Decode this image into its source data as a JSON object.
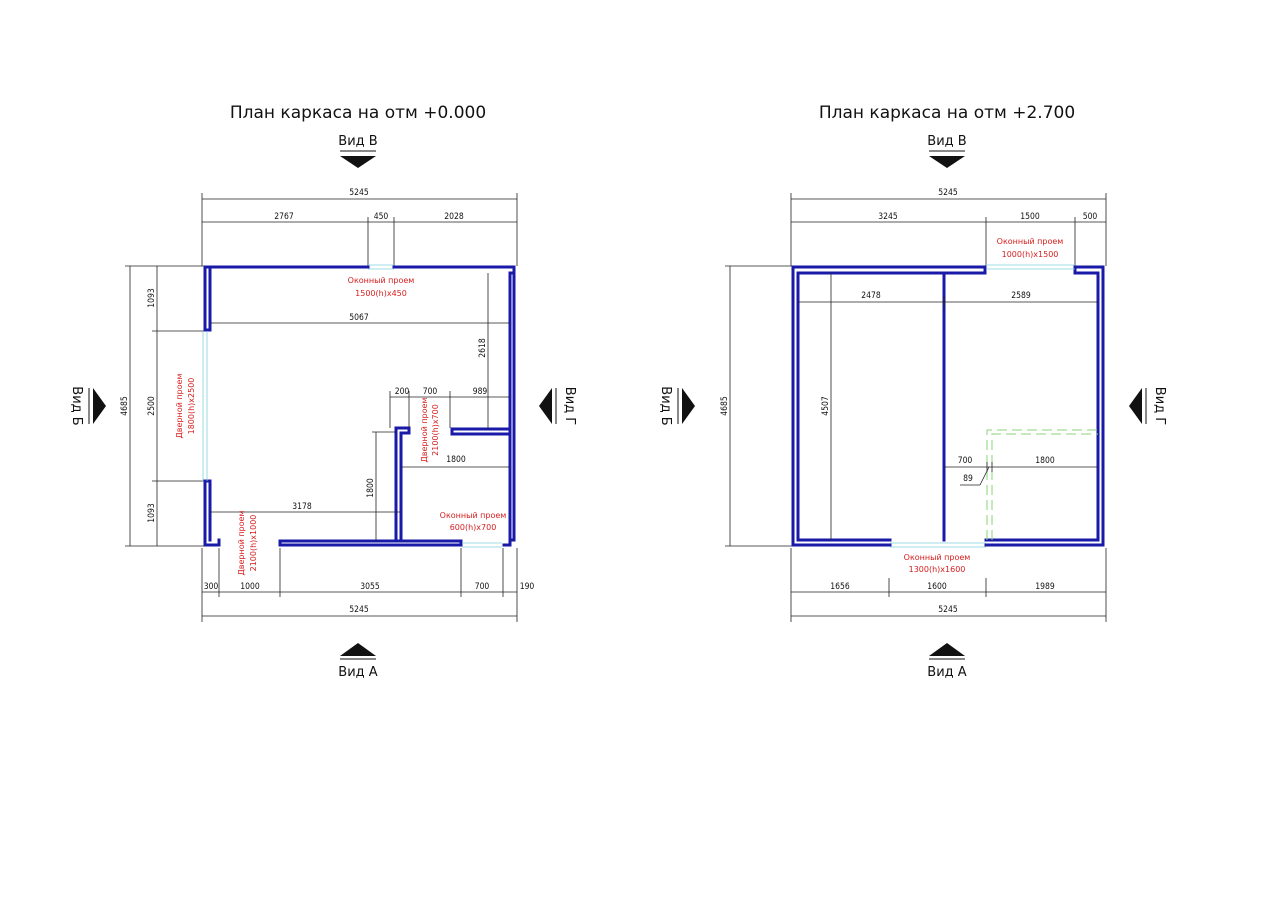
{
  "left_plan": {
    "title": "План каркаса на отм +0.000",
    "views": {
      "top": "Вид В",
      "bottom": "Вид А",
      "left": "Вид Б",
      "right": "Вид Г"
    },
    "dims": {
      "top_overall": "5245",
      "top_a": "2767",
      "top_b": "450",
      "top_c": "2028",
      "left_overall": "4685",
      "left_a": "1093",
      "left_b": "2500",
      "left_c": "1093",
      "inner_5067": "5067",
      "inner_2618": "2618",
      "inner_200": "200",
      "inner_700": "700",
      "inner_989": "989",
      "inner_1800h": "1800",
      "inner_1800v": "1800",
      "inner_3178": "3178",
      "bot_a": "300",
      "bot_b": "1000",
      "bot_c": "3055",
      "bot_d": "700",
      "bot_e": "190",
      "bot_overall": "5245"
    },
    "openings": {
      "window_top_1": "Оконный проем",
      "window_top_2": "1500(h)x450",
      "door_left_1": "Дверной проем",
      "door_left_2": "1800(h)x2500",
      "door_inner_1": "Дверной проем",
      "door_inner_2": "2100(h)x700",
      "window_br_1": "Оконный проем",
      "window_br_2": "600(h)x700",
      "door_bottom_1": "Дверной проем",
      "door_bottom_2": "2100(h)x1000"
    }
  },
  "right_plan": {
    "title": "План каркаса на отм +2.700",
    "views": {
      "top": "Вид В",
      "bottom": "Вид А",
      "left": "Вид Б",
      "right": "Вид Г"
    },
    "dims": {
      "top_overall": "5245",
      "top_a": "3245",
      "top_b": "1500",
      "top_c": "500",
      "left_overall": "4685",
      "inner_4507": "4507",
      "inner_2478": "2478",
      "inner_2589": "2589",
      "inner_700": "700",
      "inner_1800": "1800",
      "inner_89": "89",
      "bot_a": "1656",
      "bot_b": "1600",
      "bot_c": "1989",
      "bot_overall": "5245"
    },
    "openings": {
      "window_top_1": "Оконный проем",
      "window_top_2": "1000(h)x1500",
      "window_bottom_1": "Оконный проем",
      "window_bottom_2": "1300(h)x1600"
    }
  }
}
